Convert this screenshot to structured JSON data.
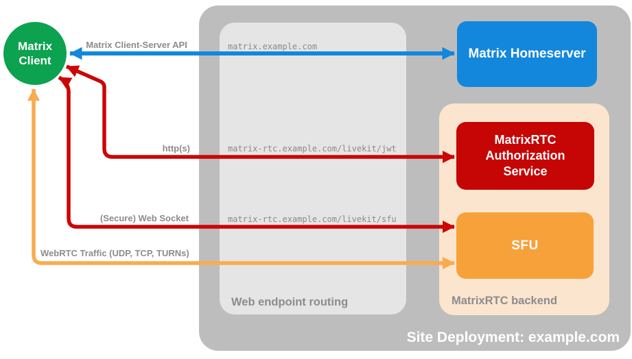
{
  "colors": {
    "green": "#0CA24F",
    "blue": "#1387DC",
    "red": "#C60505",
    "red_line": "#CC0505",
    "orange": "#F7A13B",
    "orange_line": "#F9AB50",
    "peach": "#FBE5CE",
    "gray_outer": "#BDBDBD",
    "gray_inner": "#E5E5E5",
    "label_gray": "#8C8C8C",
    "mono_gray": "#8A8A8A"
  },
  "client": {
    "label": "Matrix Client"
  },
  "containers": {
    "site": {
      "label": "Site Deployment: example.com"
    },
    "routing": {
      "label": "Web endpoint routing"
    },
    "backend": {
      "label": "MatrixRTC backend"
    }
  },
  "nodes": {
    "homeserver": {
      "label": "Matrix Homeserver"
    },
    "auth": {
      "label": "MatrixRTC Authorization Service"
    },
    "sfu": {
      "label": "SFU"
    }
  },
  "endpoints": {
    "homeserver": "matrix.example.com",
    "jwt": "matrix-rtc.example.com/livekit/jwt",
    "sfu": "matrix-rtc.example.com/livekit/sfu"
  },
  "connections": {
    "client_server_api": {
      "label": "Matrix Client-Server API"
    },
    "https": {
      "label": "http(s)"
    },
    "websocket": {
      "label": "(Secure) Web Socket"
    },
    "webrtc": {
      "label": "WebRTC Traffic (UDP, TCP, TURNs)"
    }
  }
}
